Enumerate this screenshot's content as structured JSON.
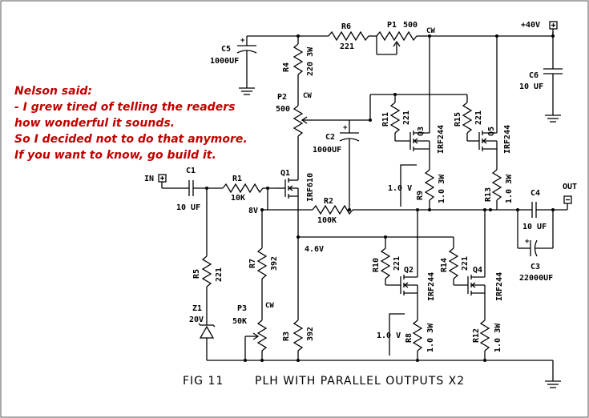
{
  "quote": {
    "lines": [
      "Nelson said:",
      "- I grew tired of telling the readers",
      "how wonderful it sounds.",
      "So I decided not to do that anymore.",
      "If you want to know, go build it."
    ],
    "color": "#c00000"
  },
  "figure_caption": {
    "number": "FIG 11",
    "title": "PLH WITH PARALLEL OUTPUTS X2"
  },
  "rails": {
    "supply": "+40V",
    "input": "IN",
    "output": "OUT",
    "node_8v": "8V",
    "node_46v": "4.6V"
  },
  "components": {
    "C1": {
      "ref": "C1",
      "value": "10 UF"
    },
    "C2": {
      "ref": "C2",
      "value": "1000UF"
    },
    "C3": {
      "ref": "C3",
      "value": "22000UF"
    },
    "C4": {
      "ref": "C4",
      "value": "10 UF"
    },
    "C5": {
      "ref": "C5",
      "value": "1000UF"
    },
    "C6": {
      "ref": "C6",
      "value": "10 UF"
    },
    "R1": {
      "ref": "R1",
      "value": "10K"
    },
    "R2": {
      "ref": "R2",
      "value": "100K"
    },
    "R3": {
      "ref": "R3",
      "value": "392"
    },
    "R4": {
      "ref": "R4",
      "value": "220 3W"
    },
    "R5": {
      "ref": "R5",
      "value": "221"
    },
    "R6": {
      "ref": "R6",
      "value": "221"
    },
    "R7": {
      "ref": "R7",
      "value": "392"
    },
    "R8": {
      "ref": "R8",
      "value": "1.0 3W"
    },
    "R9": {
      "ref": "R9",
      "value": "1.0 3W"
    },
    "R10": {
      "ref": "R10",
      "value": "221"
    },
    "R11": {
      "ref": "R11",
      "value": "221"
    },
    "R12": {
      "ref": "R12",
      "value": "1.0 3W"
    },
    "R13": {
      "ref": "R13",
      "value": "1.0 3W"
    },
    "R14": {
      "ref": "R14",
      "value": "221"
    },
    "R15": {
      "ref": "R15",
      "value": "221"
    },
    "P1": {
      "ref": "P1",
      "value": "500",
      "wiper": "CW"
    },
    "P2": {
      "ref": "P2",
      "value": "500",
      "wiper": "CW"
    },
    "P3": {
      "ref": "P3",
      "value": "50K",
      "wiper": "CW"
    },
    "Q1": {
      "ref": "Q1",
      "part": "IRF610"
    },
    "Q2": {
      "ref": "Q2",
      "part": "IRF244"
    },
    "Q3": {
      "ref": "Q3",
      "part": "IRF244"
    },
    "Q4": {
      "ref": "Q4",
      "part": "IRF244"
    },
    "Q5": {
      "ref": "Q5",
      "part": "IRF244"
    },
    "Z1": {
      "ref": "Z1",
      "value": "20V"
    }
  },
  "annotations": {
    "bias_upper": "1.0 V",
    "bias_lower": "1.0 V"
  }
}
